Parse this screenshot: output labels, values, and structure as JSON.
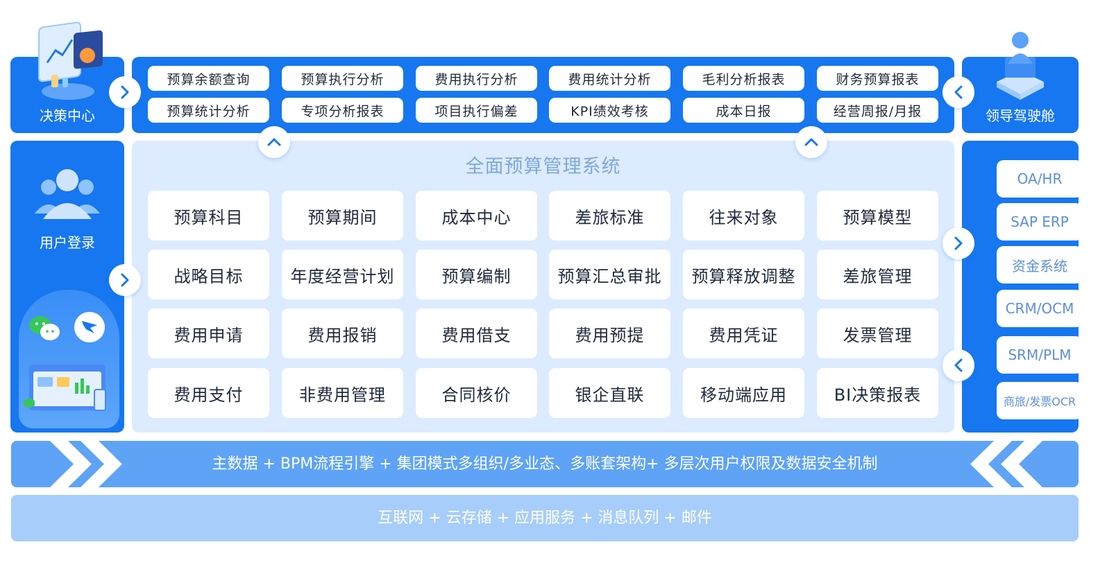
{
  "colors": {
    "primary": "#1677f0",
    "light_panel": "#dcebff",
    "band1": "#5ea3f6",
    "band2": "#a7cdfa"
  },
  "left_top": {
    "label": "决策中心",
    "icon": "dashboard-illustration-icon"
  },
  "left_main": {
    "label": "用户登录",
    "icons": [
      "users-icon",
      "wechat-icon",
      "dingtalk-icon",
      "app-window-icon"
    ]
  },
  "right_top": {
    "label": "领导驾驶舱",
    "icon": "leader-cockpit-icon"
  },
  "reports": [
    [
      "预算余额查询",
      "预算执行分析",
      "费用执行分析",
      "费用统计分析",
      "毛利分析报表",
      "财务预算报表"
    ],
    [
      "预算统计分析",
      "专项分析报表",
      "项目执行偏差",
      "KPI绩效考核",
      "成本日报",
      "经营周报/月报"
    ]
  ],
  "main": {
    "title": "全面预算管理系统",
    "grid": [
      [
        "预算科目",
        "预算期间",
        "成本中心",
        "差旅标准",
        "往来对象",
        "预算模型"
      ],
      [
        "战略目标",
        "年度经营计划",
        "预算编制",
        "预算汇总审批",
        "预算释放调整",
        "差旅管理"
      ],
      [
        "费用申请",
        "费用报销",
        "费用借支",
        "费用预提",
        "费用凭证",
        "发票管理"
      ],
      [
        "费用支付",
        "非费用管理",
        "合同核价",
        "银企直联",
        "移动端应用",
        "BI决策报表"
      ]
    ]
  },
  "systems": [
    "OA/HR",
    "SAP ERP",
    "资金系统",
    "CRM/OCM",
    "SRM/PLM",
    "商旅/发票OCR"
  ],
  "band1_text": "主数据 + BPM流程引擎 + 集团模式多组织/多业态、多账套架构+ 多层次用户权限及数据安全机制",
  "band2_text": "互联网 + 云存储 + 应用服务 + 消息队列 + 邮件"
}
